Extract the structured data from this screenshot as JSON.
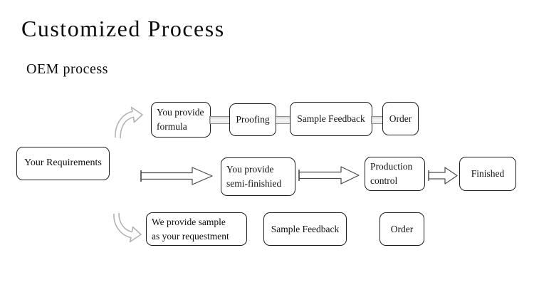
{
  "title": "Customized Process",
  "subtitle": "OEM process",
  "flow": {
    "requirements": "Your Requirements",
    "top_path": {
      "formula_line1": "You provide",
      "formula_line2": "formula",
      "proofing": "Proofing",
      "sample_feedback": "Sample Feedback",
      "order": "Order"
    },
    "middle_path": {
      "semi_line1": "You provide",
      "semi_line2": "semi-finishied",
      "production_line1": "Production",
      "production_line2": "control",
      "finished": "Finished"
    },
    "bottom_path": {
      "sample_line1": "We provide sample",
      "sample_line2": "as your requestment",
      "sample_feedback": "Sample Feedback",
      "order": "Order"
    }
  },
  "colors": {
    "background": "#ffffff",
    "text": "#111111",
    "box_border": "#1f1f1f",
    "pipe_fill": "#efefef",
    "pipe_border": "#8f8f8f",
    "curved_arrow_stroke": "#b3b3b3",
    "block_arrow_stroke": "#4d4d4d"
  }
}
